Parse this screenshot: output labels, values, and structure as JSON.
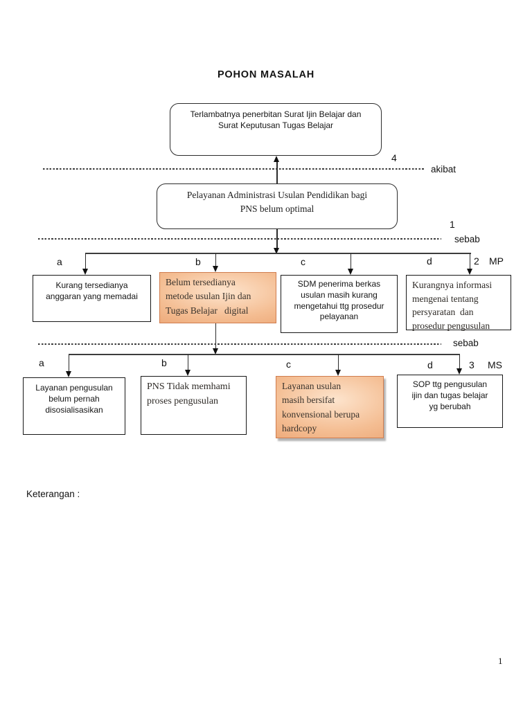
{
  "page": {
    "title": "POHON MASALAH",
    "footer_note": "Keterangan :",
    "page_number": "1"
  },
  "levels": {
    "akibat": {
      "number": "4",
      "label": "akibat"
    },
    "sebab_mp": {
      "number": "1",
      "label": "sebab"
    },
    "mp": {
      "number": "2",
      "code": "MP"
    },
    "sebab_ms": {
      "label": "sebab"
    },
    "ms": {
      "number": "3",
      "code": "MS"
    }
  },
  "tree": {
    "root": {
      "text": "Terlambatnya penerbitan Surat Ijin Belajar dan\nSurat Keputusan Tugas Belajar"
    },
    "problem": {
      "text": "Pelayanan Administrasi Usulan Pendidikan bagi\nPNS belum optimal"
    },
    "main_causes": [
      {
        "letter": "a",
        "text": "Kurang tersedianya\nanggaran yang memadai",
        "highlight": false
      },
      {
        "letter": "b",
        "text": "Belum tersedianya\nmetode usulan Ijin dan\nTugas Belajar   digital",
        "highlight": true
      },
      {
        "letter": "c",
        "text": "SDM penerima berkas\nusulan masih kurang\nmengetahui ttg prosedur\npelayanan",
        "highlight": false
      },
      {
        "letter": "d",
        "text": "Kurangnya informasi\nmengenai tentang\npersyaratan  dan\nprosedur pengusulan",
        "highlight": false
      }
    ],
    "sub_causes": [
      {
        "letter": "a",
        "text": "Layanan pengusulan\nbelum pernah\ndisosialisasikan",
        "highlight": false
      },
      {
        "letter": "b",
        "text": "PNS Tidak memhami\nproses pengusulan",
        "highlight": false
      },
      {
        "letter": "c",
        "text": "Layanan usulan\nmasih bersifat\nkonvensional berupa\nhardcopy",
        "highlight": true
      },
      {
        "letter": "d",
        "text": "SOP ttg pengusulan\nijin dan tugas belajar\nyg berubah",
        "highlight": false
      }
    ]
  },
  "colors": {
    "highlight_light": "#fde4cd",
    "highlight_mid": "#f4bd92",
    "highlight_dark": "#e6945f",
    "highlight_border": "#cf7c4e"
  }
}
